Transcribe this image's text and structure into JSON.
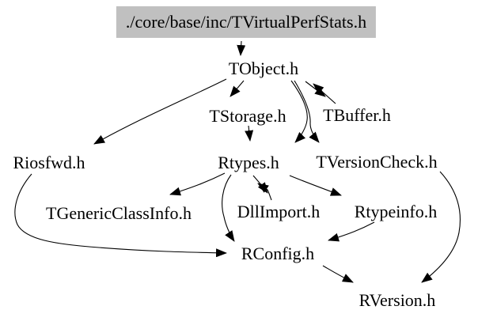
{
  "diagram": {
    "type": "include-dependency-graph",
    "title": "./core/base/inc/TVirtualPerfStats.h",
    "colors": {
      "background": "#ffffff",
      "text": "#000000",
      "edge": "#000000",
      "root_fill": "#c0c0c0"
    },
    "nodes": [
      {
        "id": "root",
        "label": "./core/base/inc/TVirtualPerfStats.h",
        "highlighted": true
      },
      {
        "id": "tobject",
        "label": "TObject.h",
        "highlighted": false
      },
      {
        "id": "tstorage",
        "label": "TStorage.h",
        "highlighted": false
      },
      {
        "id": "tbuffer",
        "label": "TBuffer.h",
        "highlighted": false
      },
      {
        "id": "riosfwd",
        "label": "Riosfwd.h",
        "highlighted": false
      },
      {
        "id": "rtypes",
        "label": "Rtypes.h",
        "highlighted": false
      },
      {
        "id": "tversioncheck",
        "label": "TVersionCheck.h",
        "highlighted": false
      },
      {
        "id": "tgenericclassinfo",
        "label": "TGenericClassInfo.h",
        "highlighted": false
      },
      {
        "id": "dllimport",
        "label": "DllImport.h",
        "highlighted": false
      },
      {
        "id": "rtypeinfo",
        "label": "Rtypeinfo.h",
        "highlighted": false
      },
      {
        "id": "rconfig",
        "label": "RConfig.h",
        "highlighted": false
      },
      {
        "id": "rversion",
        "label": "RVersion.h",
        "highlighted": false
      }
    ],
    "edges": [
      {
        "from": "./core/base/inc/TVirtualPerfStats.h",
        "to": "TObject.h"
      },
      {
        "from": "TObject.h",
        "to": "Riosfwd.h"
      },
      {
        "from": "TObject.h",
        "to": "TStorage.h"
      },
      {
        "from": "TObject.h",
        "to": "Rtypes.h"
      },
      {
        "from": "TObject.h",
        "to": "TVersionCheck.h"
      },
      {
        "from": "TObject.h",
        "to": "TBuffer.h"
      },
      {
        "from": "TBuffer.h",
        "to": "TObject.h"
      },
      {
        "from": "TStorage.h",
        "to": "Rtypes.h"
      },
      {
        "from": "Rtypes.h",
        "to": "TGenericClassInfo.h"
      },
      {
        "from": "Rtypes.h",
        "to": "DllImport.h"
      },
      {
        "from": "DllImport.h",
        "to": "Rtypes.h"
      },
      {
        "from": "Rtypes.h",
        "to": "Rtypeinfo.h"
      },
      {
        "from": "Rtypes.h",
        "to": "RConfig.h"
      },
      {
        "from": "Riosfwd.h",
        "to": "RConfig.h"
      },
      {
        "from": "Rtypeinfo.h",
        "to": "RConfig.h"
      },
      {
        "from": "TVersionCheck.h",
        "to": "RVersion.h"
      },
      {
        "from": "RConfig.h",
        "to": "RVersion.h"
      }
    ]
  }
}
